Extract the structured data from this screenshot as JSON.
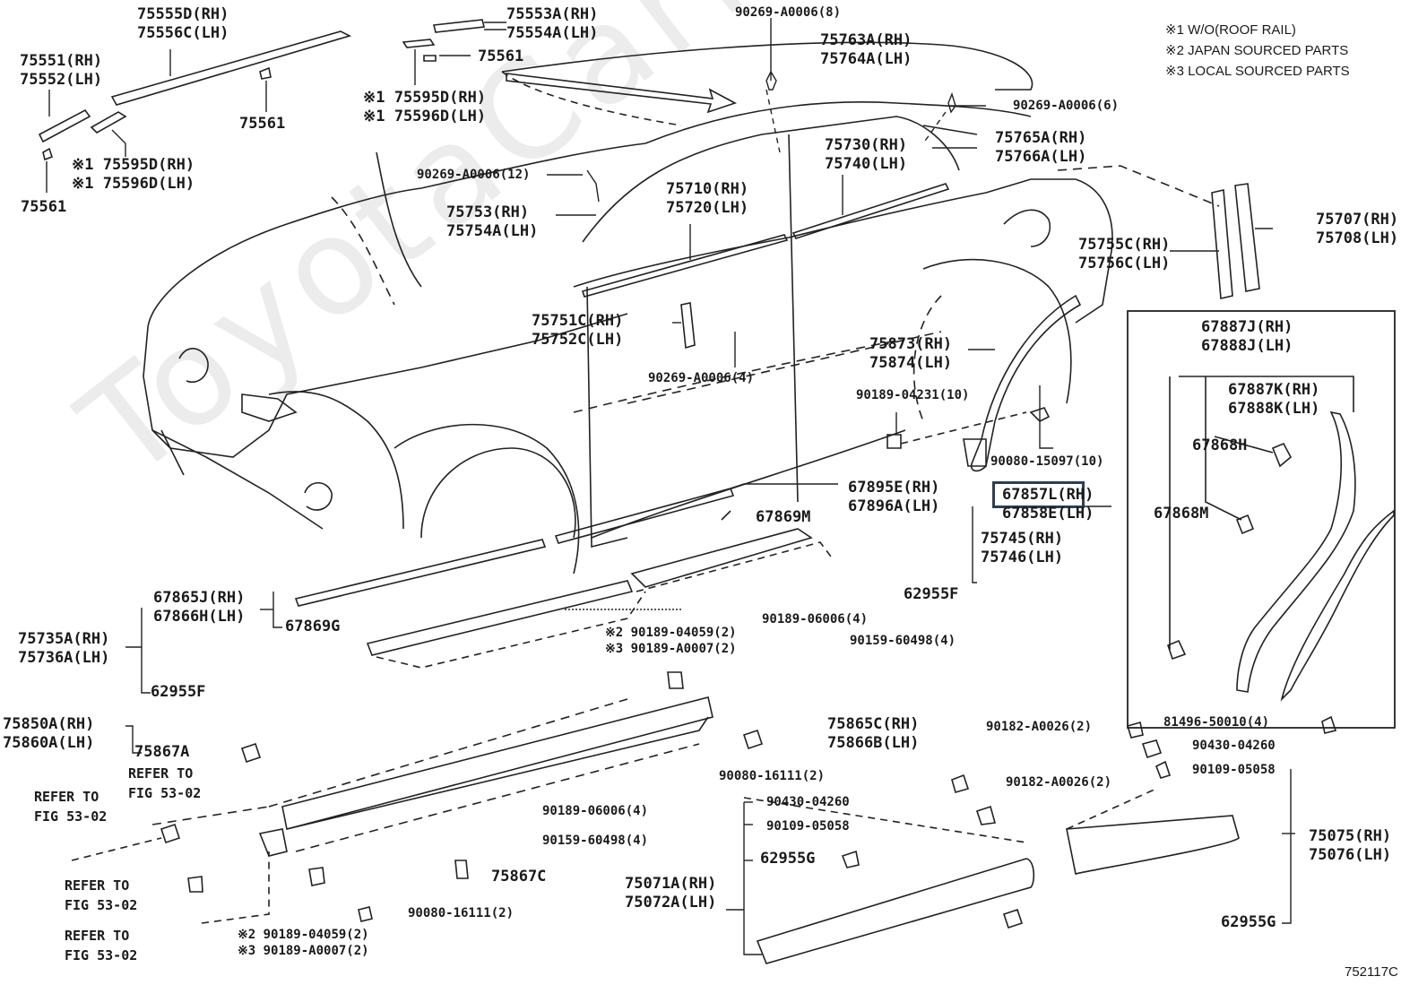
{
  "diagram": {
    "type": "exploded-parts-diagram",
    "subject": "Vehicle side moulding / rocker panel / roof rail parts",
    "figure_number": "752117C",
    "watermark": "ToyotaCarNet.ru",
    "highlighted_part": "67857L (RH)",
    "notes": [
      "※1 W/O(ROOF RAIL)",
      "※2 JAPAN SOURCED PARTS",
      "※3 LOCAL SOURCED PARTS"
    ]
  },
  "labels": {
    "p75555": [
      "75555D(RH)",
      "75556C(LH)"
    ],
    "p75553": [
      "75553A(RH)",
      "75554A(LH)"
    ],
    "p75561_top": "75561",
    "p75551": [
      "75551(RH)",
      "75552(LH)"
    ],
    "p75561_mid": "75561",
    "p75595_right": [
      "※1 75595D(RH)",
      "※1 75596D(LH)"
    ],
    "p75595_left": [
      "※1 75595D(RH)",
      "※1 75596D(LH)"
    ],
    "p75561_left": "75561",
    "clip_8": "90269-A0006(8)",
    "p75763": [
      "75763A(RH)",
      "75764A(LH)"
    ],
    "clip_6": "90269-A0006(6)",
    "p75765": [
      "75765A(RH)",
      "75766A(LH)"
    ],
    "clip_12": "90269-A0006(12)",
    "p75730": [
      "75730(RH)",
      "75740(LH)"
    ],
    "p75710": [
      "75710(RH)",
      "75720(LH)"
    ],
    "p75753": [
      "75753(RH)",
      "75754A(LH)"
    ],
    "p75755": [
      "75755C(RH)",
      "75756C(LH)"
    ],
    "p75707": [
      "75707(RH)",
      "75708(LH)"
    ],
    "p75751": [
      "75751C(RH)",
      "75752C(LH)"
    ],
    "clip_4": "90269-A0006(4)",
    "p75873": [
      "75873(RH)",
      "75874(LH)"
    ],
    "nut_10": "90189-04231(10)",
    "screw_10": "90080-15097(10)",
    "p67887J": [
      "67887J(RH)",
      "67888J(LH)"
    ],
    "p67887K": [
      "67887K(RH)",
      "67888K(LH)"
    ],
    "p67868H": "67868H",
    "p67868M": "67868M",
    "p67857": [
      "67857L(RH)",
      "67858E(LH)"
    ],
    "p67895": [
      "67895E(RH)",
      "67896A(LH)"
    ],
    "p67869M": "67869M",
    "p75745": [
      "75745(RH)",
      "75746(LH)"
    ],
    "p62955F_right": "62955F",
    "p67865": [
      "67865J(RH)",
      "67866H(LH)"
    ],
    "p67869G": "67869G",
    "p75735": [
      "75735A(RH)",
      "75736A(LH)"
    ],
    "p62955F_left": "62955F",
    "nut_04059_a": [
      "※2 90189-04059(2)",
      "※3 90189-A0007(2)"
    ],
    "nut_06006_a": "90189-06006(4)",
    "bolt_60498_a": "90159-60498(4)",
    "p75865": [
      "75865C(RH)",
      "75866B(LH)"
    ],
    "p75850": [
      "75850A(RH)",
      "75860A(LH)"
    ],
    "p75867A": "75867A",
    "refer_1": [
      "REFER TO",
      "FIG 53-02"
    ],
    "refer_2": [
      "REFER TO",
      "FIG 53-02"
    ],
    "refer_3": [
      "REFER TO",
      "FIG 53-02"
    ],
    "refer_4": [
      "REFER TO",
      "FIG 53-02"
    ],
    "screw_16111_a": "90080-16111(2)",
    "nut_06006_b": "90189-06006(4)",
    "bolt_60498_b": "90159-60498(4)",
    "p75867C": "75867C",
    "screw_16111_b": "90080-16111(2)",
    "nut_04059_b": [
      "※2 90189-04059(2)",
      "※3 90189-A0007(2)"
    ],
    "nut_A0026_a": "90182-A0026(2)",
    "clip_81496": "81496-50010(4)",
    "washer_a": "90430-04260",
    "bolt_05058_a": "90109-05058",
    "nut_A0026_b": "90182-A0026(2)",
    "washer_b": "90430-04260",
    "bolt_05058_b": "90109-05058",
    "p62955G_a": "62955G",
    "p75071": [
      "75071A(RH)",
      "75072A(LH)"
    ],
    "p75075": [
      "75075(RH)",
      "75076(LH)"
    ],
    "p62955G_b": "62955G"
  }
}
